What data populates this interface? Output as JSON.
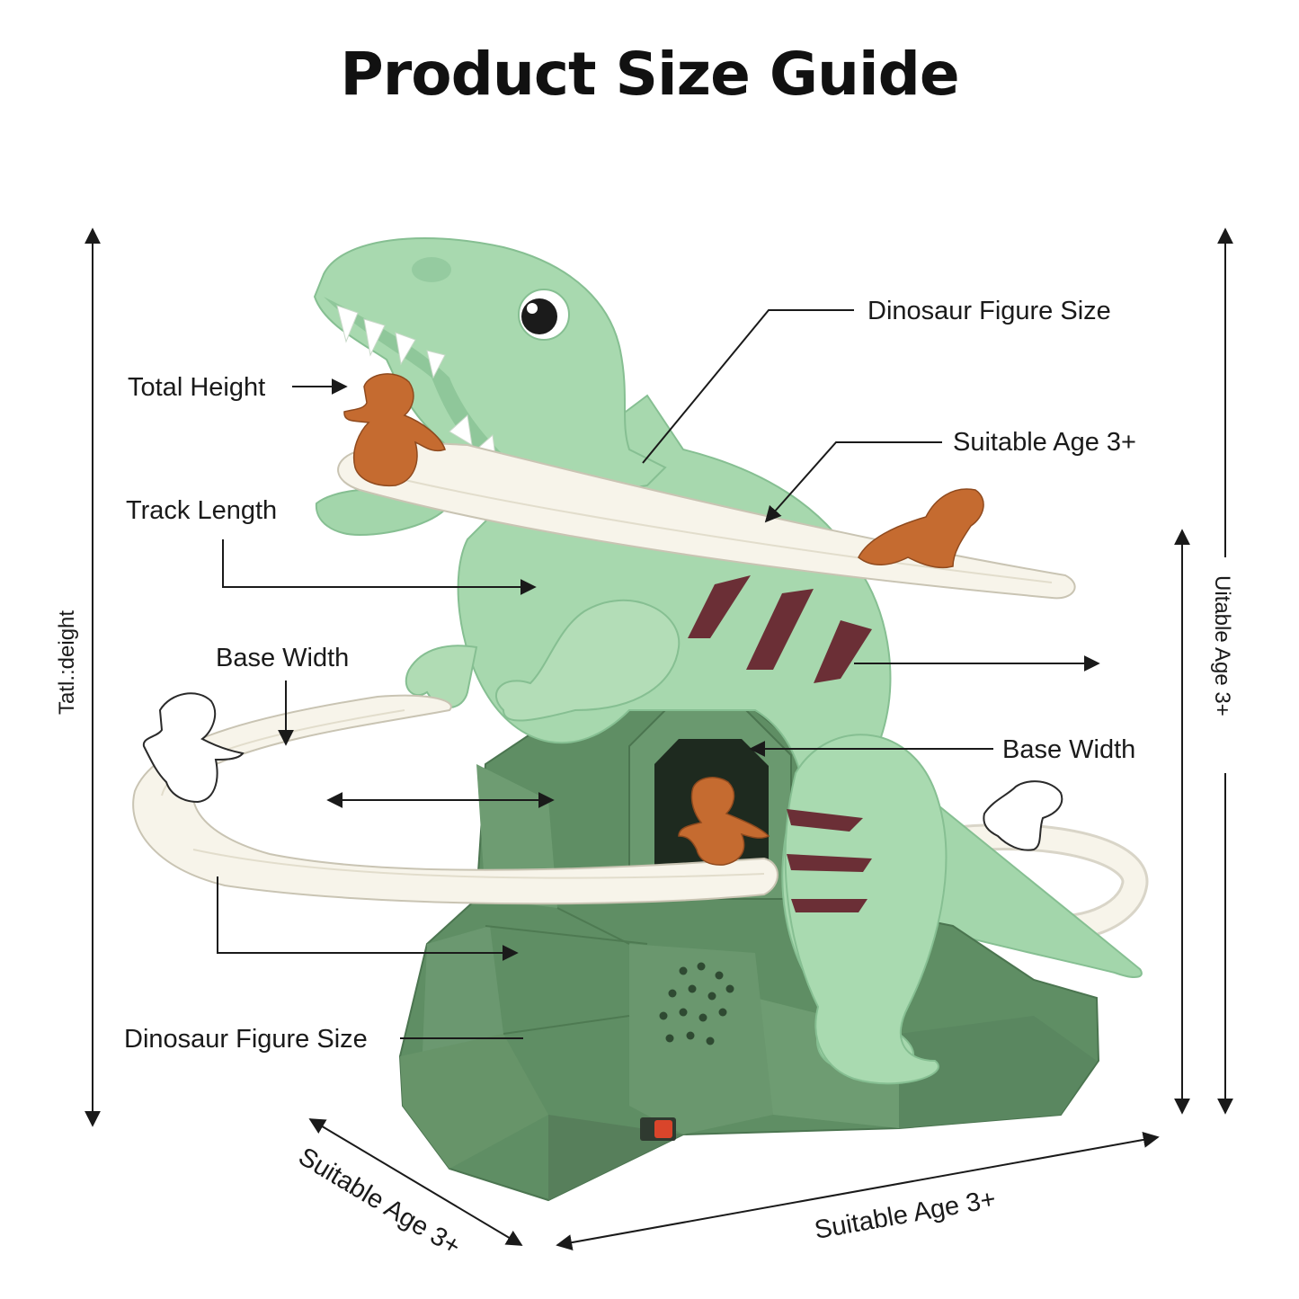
{
  "title": "Product Size Guide",
  "labels": {
    "total_height_left": "Total Height",
    "track_length_left": "Track Length",
    "base_width_left": "Base Width",
    "dino_figure_size_left": "Dinosaur Figure Size",
    "dino_figure_size_right": "Dinosaur Figure Size",
    "suitable_age_right": "Suitable Age 3+",
    "base_width_right": "Base Width",
    "vertical_left": "Tatl.:deight",
    "vertical_right": "Uitable Age 3+",
    "bottom_left_diagonal": "Suitable Age 3+",
    "bottom_right_diagonal": "Suitable Age 3+"
  },
  "colors": {
    "dino_light": "#a6d7ad",
    "dino_mid": "#8fc79a",
    "rock_dark": "#5e8c63",
    "rock_mid": "#6f9c73",
    "stripe": "#6b2f36",
    "track": "#f7f4ea",
    "figure_orange": "#c46a2f",
    "button_red": "#d9452b"
  }
}
